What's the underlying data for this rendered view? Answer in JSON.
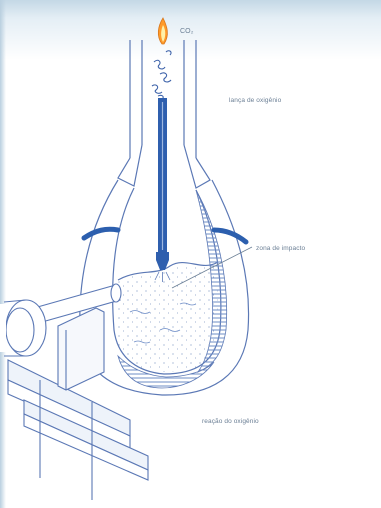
{
  "labels": {
    "co2": "CO₂",
    "lanca": "lança de oxigênio",
    "zona": "zona de impacto",
    "reacao": "reação do oxigênio"
  },
  "colors": {
    "outline": "#5b78b5",
    "lance": "#2f5fae",
    "ring": "#2c5fae",
    "hatch": "#6d8cc6",
    "label": "#6b7f95",
    "flame": "#ff9a2a"
  }
}
